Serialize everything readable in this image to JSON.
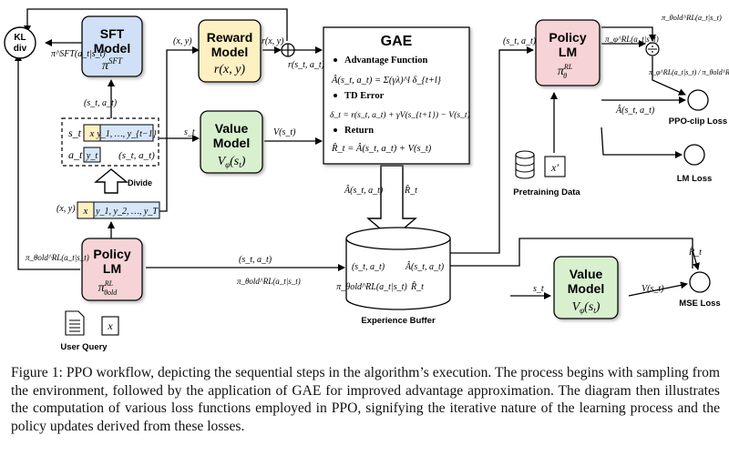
{
  "nodes": {
    "kl": "KL\ndiv",
    "sft": {
      "title": "SFT\nModel",
      "sub": "π^SFT"
    },
    "reward": {
      "title": "Reward\nModel",
      "sub": "r(x, y)"
    },
    "value_top": {
      "title": "Value\nModel",
      "sub": "V_φ(s_t)"
    },
    "policy_old": {
      "title": "Policy\nLM",
      "sub": "π_θold^RL"
    },
    "policy_new": {
      "title": "Policy\nLM",
      "sub": "π_θ^RL"
    },
    "value_bottom": {
      "title": "Value\nModel",
      "sub": "V_φ(s_t)"
    },
    "gae": {
      "title": "GAE",
      "items": [
        {
          "head": "Advantage Function",
          "formula": "Â(s_t, a_t) = Σ(γλ)^l δ_{t+l}"
        },
        {
          "head": "TD Error",
          "formula": "δ_t = r(s_t, a_t) + γV(s_{t+1}) − V(s_t)"
        },
        {
          "head": "Return",
          "formula": "R̂_t = Â(s_t, a_t) + V(s_t)"
        }
      ]
    },
    "buffer": {
      "label": "Experience Buffer",
      "entries": [
        "(s_t, a_t)",
        "Â(s_t, a_t)",
        "π_θold^RL(a_t|s_t)",
        "R̂_t"
      ]
    }
  },
  "labels": {
    "divide": "Divide",
    "user_query": "User Query",
    "pretraining_data": "Pretraining Data",
    "ppo_clip_loss": "PPO-clip Loss",
    "lm_loss": "LM Loss",
    "mse_loss": "MSE Loss",
    "state_row": "s_t",
    "action_row": "a_t",
    "state_tokens": "y_1, …, y_{t−1}",
    "action_token": "y_t",
    "state_action": "(s_t, a_t)",
    "x": "x",
    "x_prime": "x′",
    "response_tokens": "y_1, y_2, …, y_T",
    "xy": "(x, y)",
    "reward_out": "r(x, y)",
    "reward_st": "r(s_t, a_t)",
    "v_out": "V(s_t)",
    "pi_sft_arrow": "π^SFT(a_t|s_t)",
    "pi_old_arrow": "π_θold^RL(a_t|s_t)",
    "pi_theta_arrow": "π_φ^RL(a_t|s_t)",
    "ratio": "π_φ^RL(a_t|s_t) / π_θold^RL(a_t|s_t)",
    "adv": "Â(s_t, a_t)",
    "ret": "R̂_t",
    "st": "s_t"
  },
  "colors": {
    "sft_fill": "#cfe0f7",
    "reward_fill": "#fdf0c2",
    "value_fill": "#d9f0cf",
    "policy_fill": "#f6d3d6",
    "token_fill": "#fdf0c2",
    "token_blue": "#d7e6f8"
  },
  "caption": "Figure 1: PPO workflow, depicting the sequential steps in the algorithm’s execution. The process begins with sampling from the environment, followed by the application of GAE for improved advantage approximation. The diagram then illustrates the computation of various loss functions employed in PPO, signifying the iterative nature of the learning process and the policy updates derived from these losses."
}
